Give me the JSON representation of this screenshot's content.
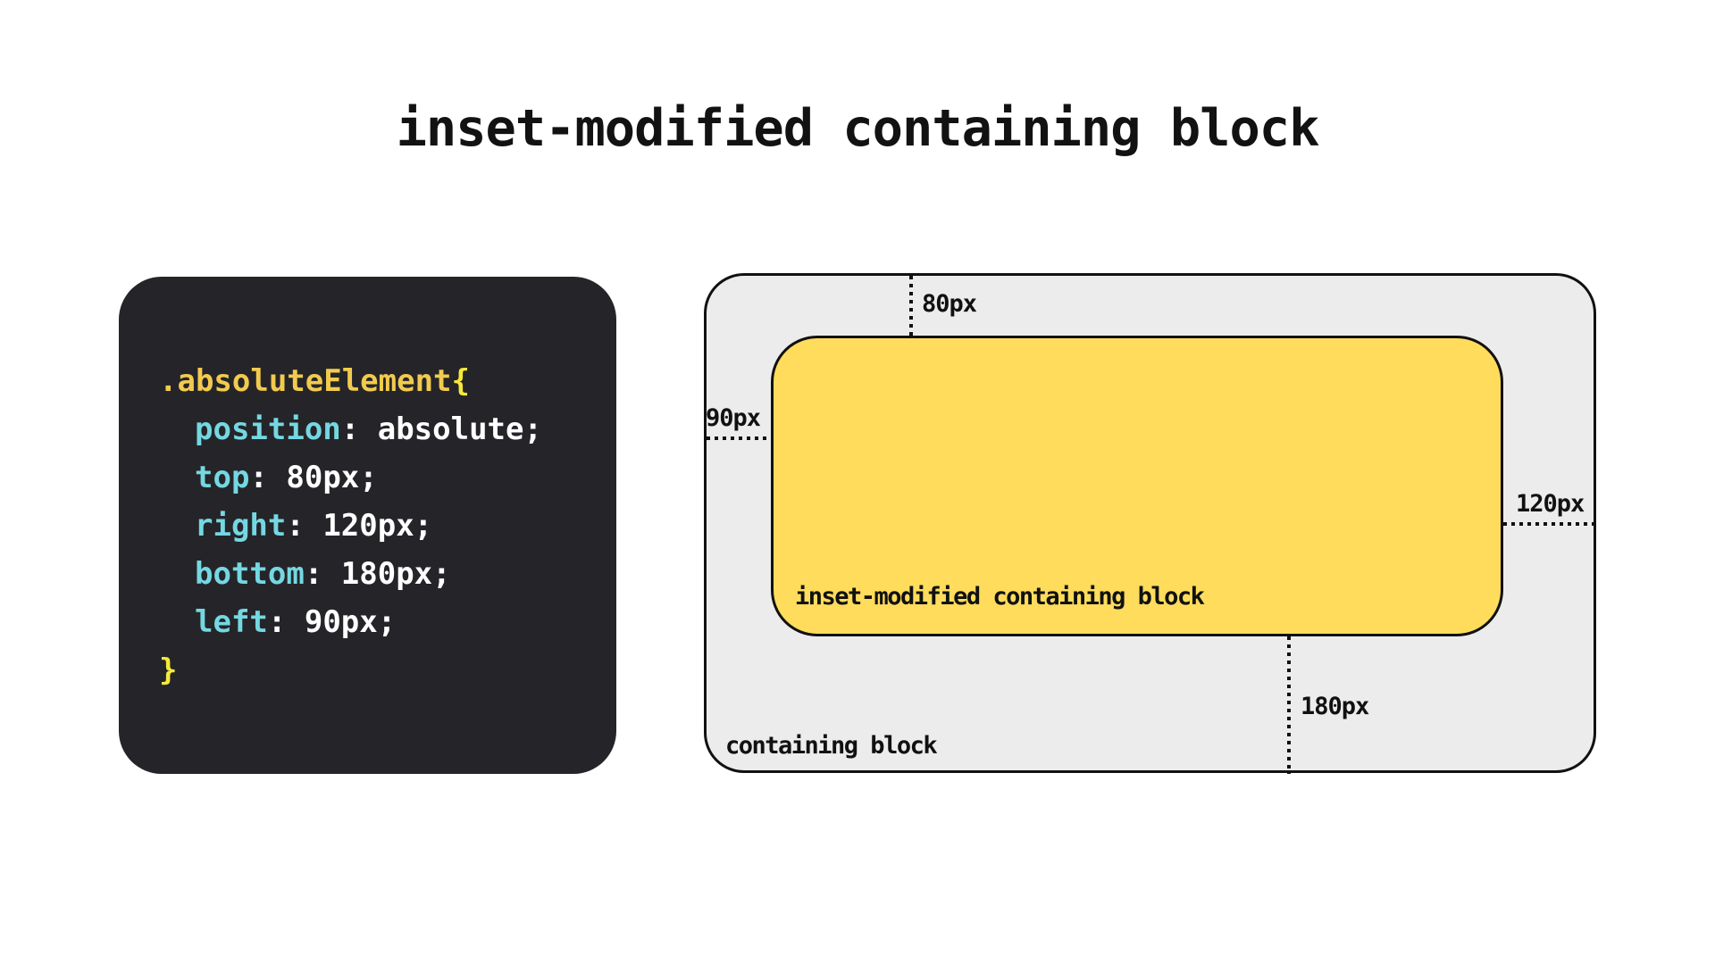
{
  "page": {
    "title": "inset-modified containing block",
    "background": "#ffffff"
  },
  "code_panel": {
    "background": "#252529",
    "selector": ".absoluteElement",
    "open_brace": "{",
    "close_brace": "}",
    "colon": ": ",
    "semicolon": ";",
    "declarations": [
      {
        "property": "position",
        "value": "absolute"
      },
      {
        "property": "top",
        "value": "80px"
      },
      {
        "property": "right",
        "value": "120px"
      },
      {
        "property": "bottom",
        "value": "180px"
      },
      {
        "property": "left",
        "value": "90px"
      }
    ],
    "colors": {
      "selector": "#f2cb4e",
      "brace": "#f5e93c",
      "property": "#74d8e2",
      "value": "#ffffff"
    }
  },
  "diagram": {
    "containing_block": {
      "label": "containing block",
      "fill": "#ececec",
      "border": "#111111"
    },
    "inset_modified_block": {
      "label": "inset-modified containing block",
      "fill": "#ffdc5c",
      "border": "#111111"
    },
    "measurements": [
      {
        "side": "top",
        "label": "80px"
      },
      {
        "side": "left",
        "label": "90px"
      },
      {
        "side": "right",
        "label": "120px"
      },
      {
        "side": "bottom",
        "label": "180px"
      }
    ]
  }
}
